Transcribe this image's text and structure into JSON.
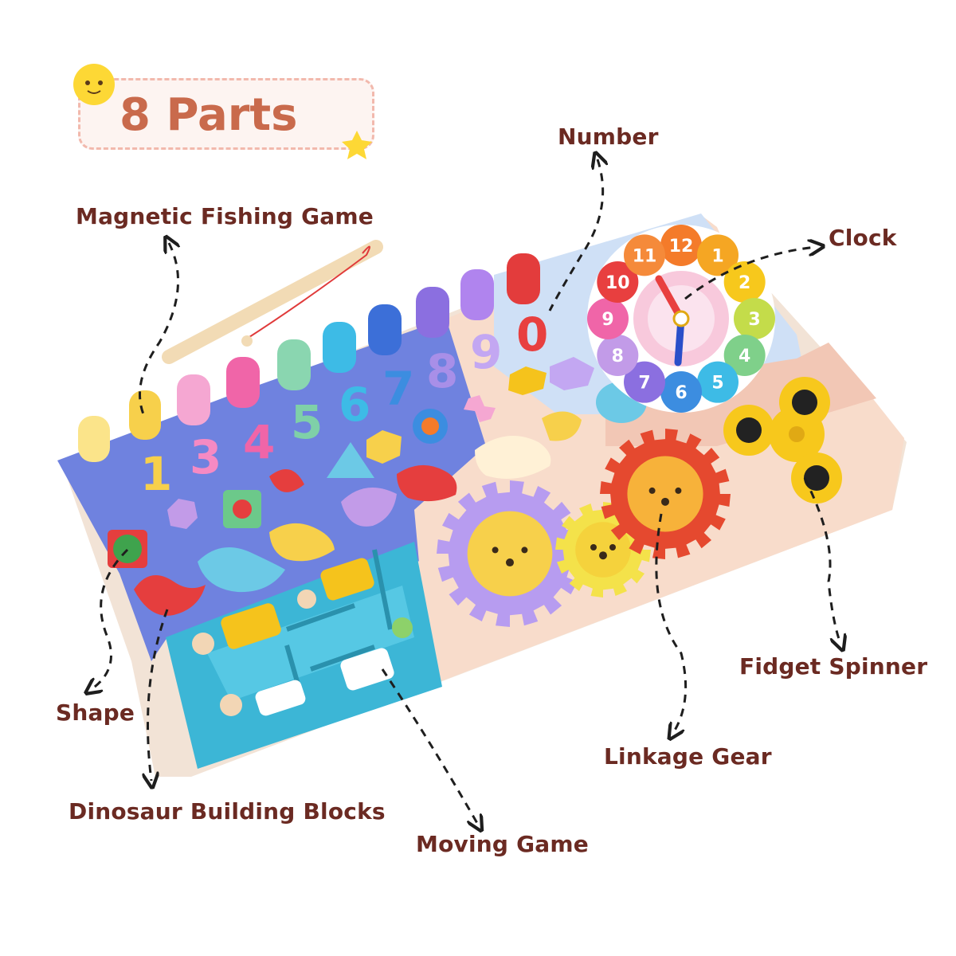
{
  "badge": {
    "title": "8 Parts"
  },
  "labels": {
    "fishing": "Magnetic Fishing Game",
    "number": "Number",
    "clock": "Clock",
    "shape": "Shape",
    "dinosaur": "Dinosaur Building Blocks",
    "moving": "Moving Game",
    "gear": "Linkage Gear",
    "spinner": "Fidget Spinner"
  },
  "clock_numbers": [
    "12",
    "1",
    "2",
    "3",
    "4",
    "5",
    "6",
    "7",
    "8",
    "9",
    "10",
    "11"
  ],
  "board_numbers": [
    "1",
    "2",
    "3",
    "4",
    "5",
    "6",
    "7",
    "8",
    "9",
    "0"
  ],
  "colors": {
    "label_text": "#6b2a22",
    "badge_text": "#c96a4c",
    "board_blue": "#5a6fd6",
    "board_peach": "#f6d6c4",
    "maze_teal": "#3fb7d8",
    "spinner_yellow": "#f7c81c",
    "gear_red": "#e5492f",
    "gear_purple": "#b79cf0",
    "gear_yellow": "#f4e24a"
  }
}
